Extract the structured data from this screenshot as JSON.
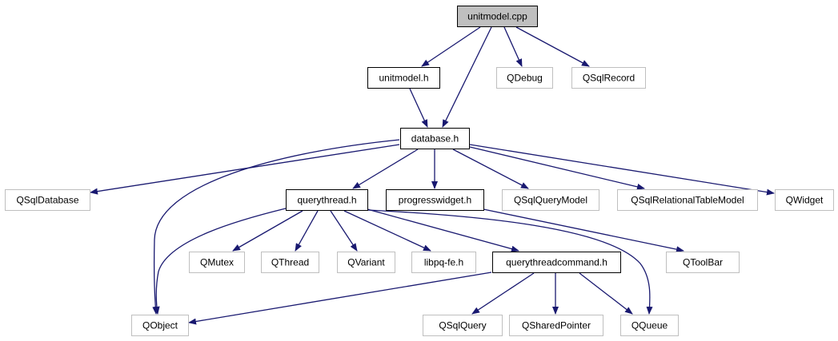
{
  "colors": {
    "edge": "#191970",
    "root_fill": "#bfbfbf",
    "solid_border": "#000000",
    "external_border": "#bfbfbf",
    "text": "#000000"
  },
  "nodes": [
    {
      "id": "unitmodel_cpp",
      "label": "unitmodel.cpp",
      "kind": "root"
    },
    {
      "id": "unitmodel_h",
      "label": "unitmodel.h",
      "kind": "solid"
    },
    {
      "id": "qdebug",
      "label": "QDebug",
      "kind": "external"
    },
    {
      "id": "qsqlrecord",
      "label": "QSqlRecord",
      "kind": "external"
    },
    {
      "id": "database_h",
      "label": "database.h",
      "kind": "solid"
    },
    {
      "id": "qsqldatabase",
      "label": "QSqlDatabase",
      "kind": "external"
    },
    {
      "id": "querythread_h",
      "label": "querythread.h",
      "kind": "solid"
    },
    {
      "id": "progresswidget_h",
      "label": "progresswidget.h",
      "kind": "solid"
    },
    {
      "id": "qsqlquerymodel",
      "label": "QSqlQueryModel",
      "kind": "external"
    },
    {
      "id": "qsqlrelationaltablemodel",
      "label": "QSqlRelationalTableModel",
      "kind": "external"
    },
    {
      "id": "qwidget",
      "label": "QWidget",
      "kind": "external"
    },
    {
      "id": "qmutex",
      "label": "QMutex",
      "kind": "external"
    },
    {
      "id": "qthread",
      "label": "QThread",
      "kind": "external"
    },
    {
      "id": "qvariant",
      "label": "QVariant",
      "kind": "external"
    },
    {
      "id": "libpq_fe_h",
      "label": "libpq-fe.h",
      "kind": "external"
    },
    {
      "id": "querythreadcommand_h",
      "label": "querythreadcommand.h",
      "kind": "solid"
    },
    {
      "id": "qtoolbar",
      "label": "QToolBar",
      "kind": "external"
    },
    {
      "id": "qobject",
      "label": "QObject",
      "kind": "external"
    },
    {
      "id": "qsqlquery",
      "label": "QSqlQuery",
      "kind": "external"
    },
    {
      "id": "qsharedpointer",
      "label": "QSharedPointer",
      "kind": "external"
    },
    {
      "id": "qqueue",
      "label": "QQueue",
      "kind": "external"
    }
  ],
  "edges": [
    {
      "from": "unitmodel_cpp",
      "to": "unitmodel_h"
    },
    {
      "from": "unitmodel_cpp",
      "to": "database_h"
    },
    {
      "from": "unitmodel_cpp",
      "to": "qdebug"
    },
    {
      "from": "unitmodel_cpp",
      "to": "qsqlrecord"
    },
    {
      "from": "unitmodel_h",
      "to": "database_h"
    },
    {
      "from": "database_h",
      "to": "qsqldatabase"
    },
    {
      "from": "database_h",
      "to": "querythread_h"
    },
    {
      "from": "database_h",
      "to": "progresswidget_h"
    },
    {
      "from": "database_h",
      "to": "qsqlquerymodel"
    },
    {
      "from": "database_h",
      "to": "qsqlrelationaltablemodel"
    },
    {
      "from": "database_h",
      "to": "qwidget"
    },
    {
      "from": "database_h",
      "to": "qobject"
    },
    {
      "from": "querythread_h",
      "to": "qobject"
    },
    {
      "from": "querythread_h",
      "to": "qmutex"
    },
    {
      "from": "querythread_h",
      "to": "qthread"
    },
    {
      "from": "querythread_h",
      "to": "qvariant"
    },
    {
      "from": "querythread_h",
      "to": "libpq_fe_h"
    },
    {
      "from": "querythread_h",
      "to": "querythreadcommand_h"
    },
    {
      "from": "querythread_h",
      "to": "qqueue"
    },
    {
      "from": "progresswidget_h",
      "to": "qtoolbar"
    },
    {
      "from": "querythreadcommand_h",
      "to": "qobject"
    },
    {
      "from": "querythreadcommand_h",
      "to": "qsqlquery"
    },
    {
      "from": "querythreadcommand_h",
      "to": "qsharedpointer"
    },
    {
      "from": "querythreadcommand_h",
      "to": "qqueue"
    }
  ]
}
